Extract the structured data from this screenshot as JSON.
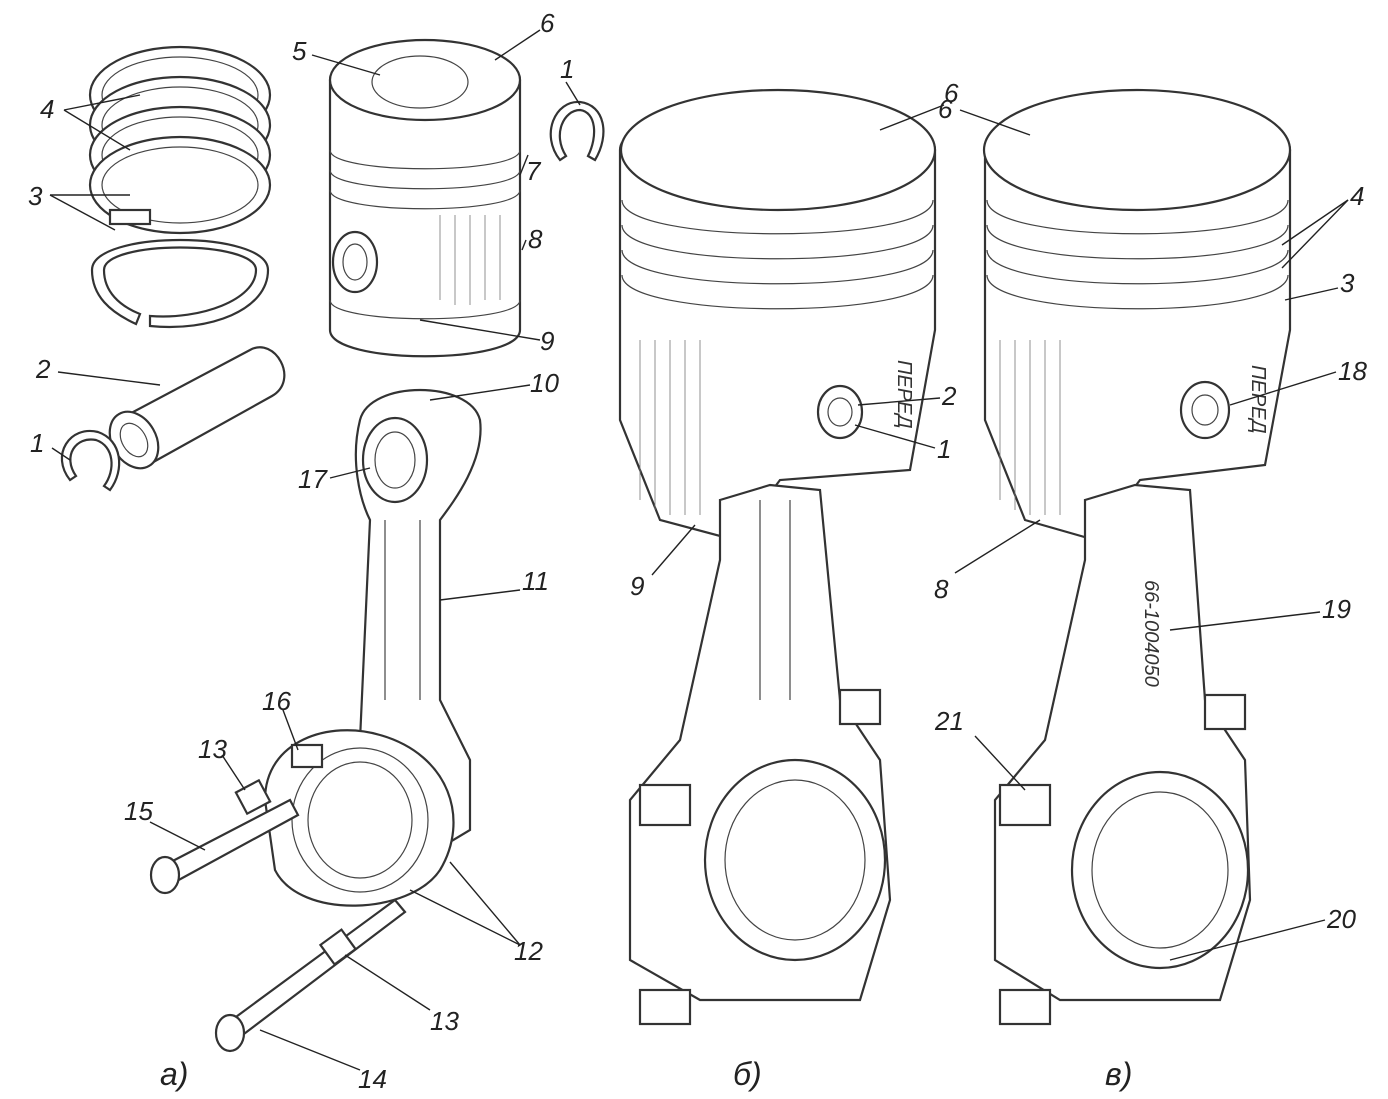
{
  "labels": {
    "a": {
      "ring_lock_top": "1",
      "ring_lock_left": "1",
      "piston_pin": "2",
      "oil_rings": "3",
      "compression_rings": "4",
      "combustion_chamber": "5",
      "piston_crown": "6",
      "ring_groove": "7",
      "skirt": "8",
      "boss": "9",
      "oil_hole": "10",
      "rod_shank": "11",
      "bearing_shells": "12",
      "nut_upper": "13",
      "nut_lower": "13",
      "bolt_lower": "14",
      "bolt_upper": "15",
      "cap_lug": "16",
      "small_end_bushing": "17"
    },
    "b": {
      "crown": "6",
      "pin": "2",
      "lock": "1",
      "skirt_mark": "9"
    },
    "c": {
      "crown": "6",
      "rings": "4",
      "ring": "3",
      "marking": "18",
      "skirt": "8",
      "shank": "19",
      "rod_marking": "20",
      "cap_marking": "21"
    }
  },
  "embossed": {
    "piston_text": "ПЕРЕД",
    "rod_text": "66-1004050"
  },
  "captions": {
    "a": "а)",
    "b": "б)",
    "c": "в)"
  }
}
